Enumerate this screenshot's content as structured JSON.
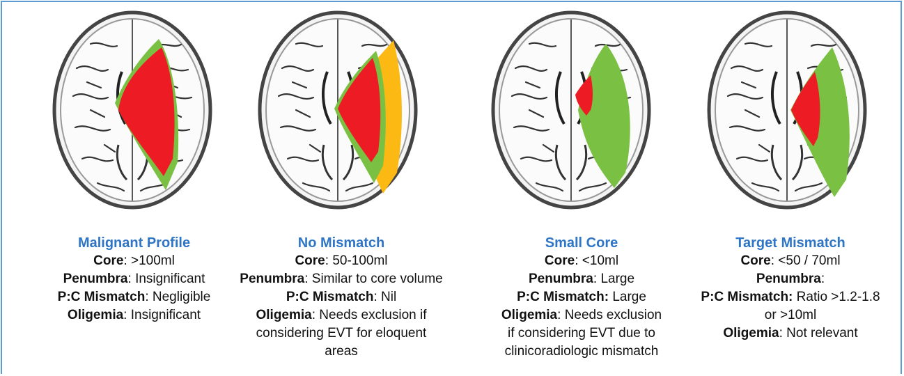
{
  "panels": [
    {
      "title": "Malignant Profile",
      "lines": [
        {
          "label": "Core",
          "sep": ": ",
          "value": ">100ml"
        },
        {
          "label": "Penumbra",
          "sep": ": ",
          "value": "Insignificant"
        },
        {
          "label": "P:C Mismatch",
          "sep": ": ",
          "value": "Negligible"
        },
        {
          "label": "Oligemia",
          "sep": ": ",
          "value": "Insignificant"
        }
      ]
    },
    {
      "title": "No Mismatch",
      "lines": [
        {
          "label": "Core",
          "sep": ": ",
          "value": "50-100ml"
        },
        {
          "label": "Penumbra",
          "sep": ": ",
          "value": "Similar to core volume"
        },
        {
          "label": "P:C Mismatch",
          "sep": ": ",
          "value": "Nil"
        },
        {
          "label": "Oligemia",
          "sep": ": ",
          "value": "Needs exclusion if"
        },
        {
          "label": "",
          "sep": "",
          "value": "considering EVT for eloquent"
        },
        {
          "label": "",
          "sep": "",
          "value": "areas"
        }
      ]
    },
    {
      "title": "Small Core",
      "lines": [
        {
          "label": "Core",
          "sep": ": ",
          "value": "<10ml"
        },
        {
          "label": "Penumbra",
          "sep": ": ",
          "value": "Large"
        },
        {
          "label": "P:C Mismatch:",
          "sep": " ",
          "value": "Large"
        },
        {
          "label": "Oligemia",
          "sep": ": ",
          "value": "Needs exclusion"
        },
        {
          "label": "",
          "sep": "",
          "value": "if considering EVT due to"
        },
        {
          "label": "",
          "sep": "",
          "value": "clinicoradiologic mismatch"
        }
      ]
    },
    {
      "title": "Target Mismatch",
      "lines": [
        {
          "label": "Core",
          "sep": ": ",
          "value": "<50 / 70ml"
        },
        {
          "label": "Penumbra",
          "sep": ":",
          "value": ""
        },
        {
          "label": "P:C Mismatch:",
          "sep": " ",
          "value": "Ratio >1.2-1.8"
        },
        {
          "label": "",
          "sep": "",
          "value": "or >10ml"
        },
        {
          "label": "Oligemia",
          "sep": ": ",
          "value": "Not relevant"
        }
      ]
    }
  ],
  "colors": {
    "title": "#2e75c6",
    "core": "#ed1c24",
    "penumbra": "#7ac143",
    "oligemia": "#fdb913",
    "frame": "#5b9bd5"
  }
}
